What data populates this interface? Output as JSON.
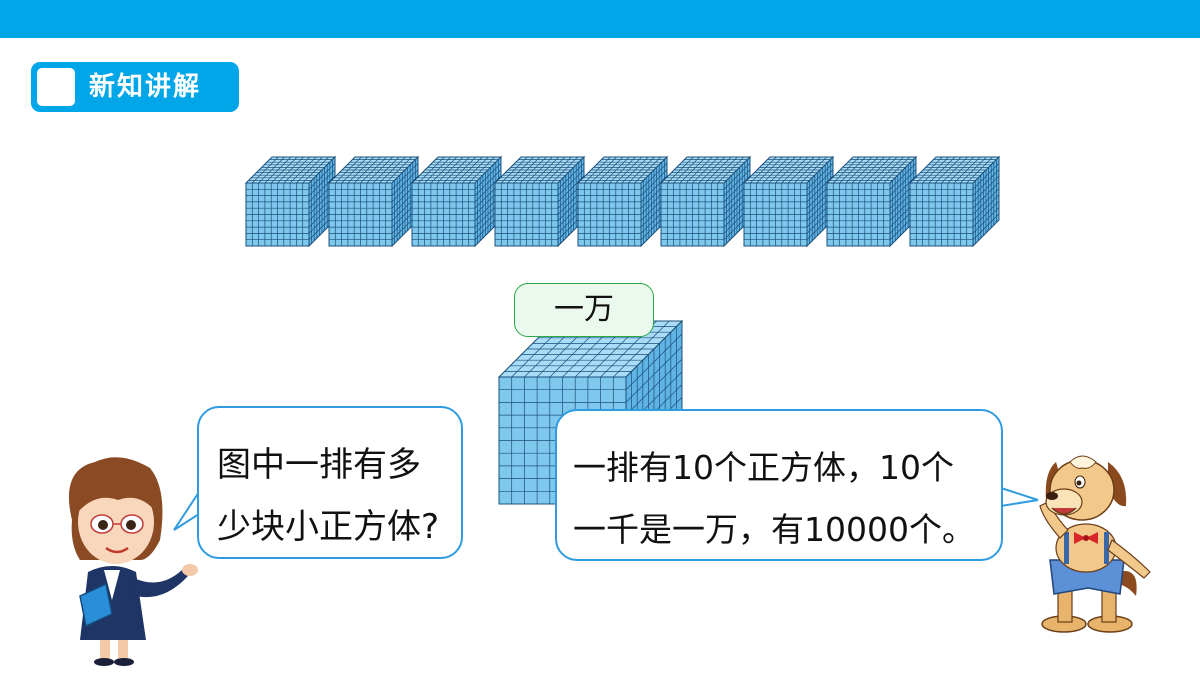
{
  "header": {
    "bar_color": "#00a6e8"
  },
  "section_tag": {
    "label": "新知讲解"
  },
  "cube_row": {
    "count": 9,
    "grid_per_side": 10
  },
  "big_cube": {
    "label": "一万",
    "grid_per_side": 10
  },
  "teacher": {
    "speech_lines": [
      "图中一排有多",
      "少块小正方体?"
    ]
  },
  "dog": {
    "speech_lines": [
      "一排有10个正方体，10个",
      "一千是一万，有10000个。"
    ]
  },
  "colors": {
    "accent": "#00a6e8",
    "cube_fill": "#7ec8ee",
    "cube_line": "#1c4f7a",
    "bubble_border": "#2f9be0",
    "label_border": "#2aa84a"
  }
}
